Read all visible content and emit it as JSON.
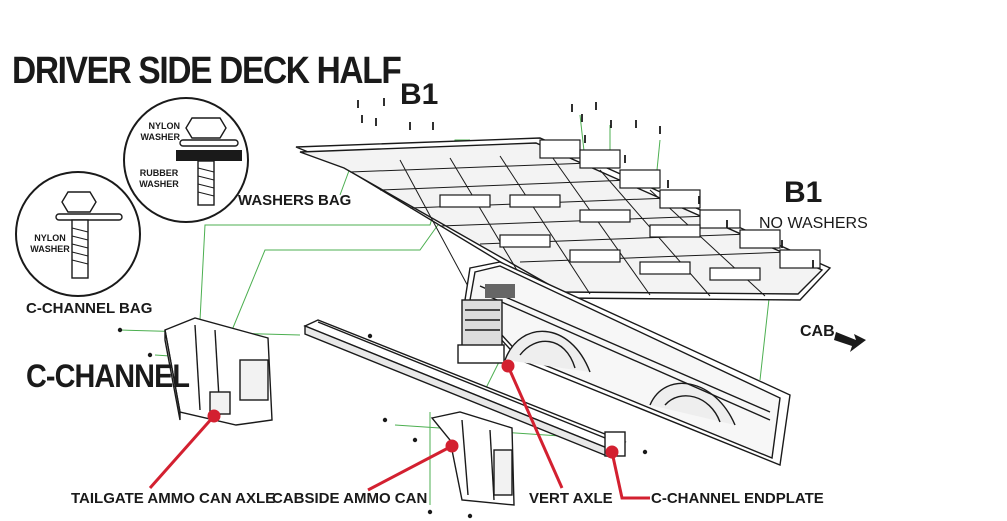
{
  "title": "DRIVER SIDE DECK HALF",
  "parts": {
    "b1_top": "B1",
    "b1_right": "B1",
    "no_washers": "NO WASHERS",
    "c_channel": "C-CHANNEL",
    "cab": "CAB"
  },
  "bags": {
    "washers_bag": "WASHERS BAG",
    "c_channel_bag": "C-CHANNEL BAG",
    "washers_bag_nylon": "NYLON WASHER",
    "washers_bag_rubber": "RUBBER WASHER",
    "c_channel_bag_nylon": "NYLON WASHER"
  },
  "callouts": [
    "TAILGATE AMMO CAN AXLE",
    "CABSIDE AMMO CAN",
    "VERT AXLE",
    "C-CHANNEL ENDPLATE"
  ],
  "colors": {
    "line": "#1a1a1a",
    "leader_green": "#4caf50",
    "callout_red": "#d32030"
  }
}
